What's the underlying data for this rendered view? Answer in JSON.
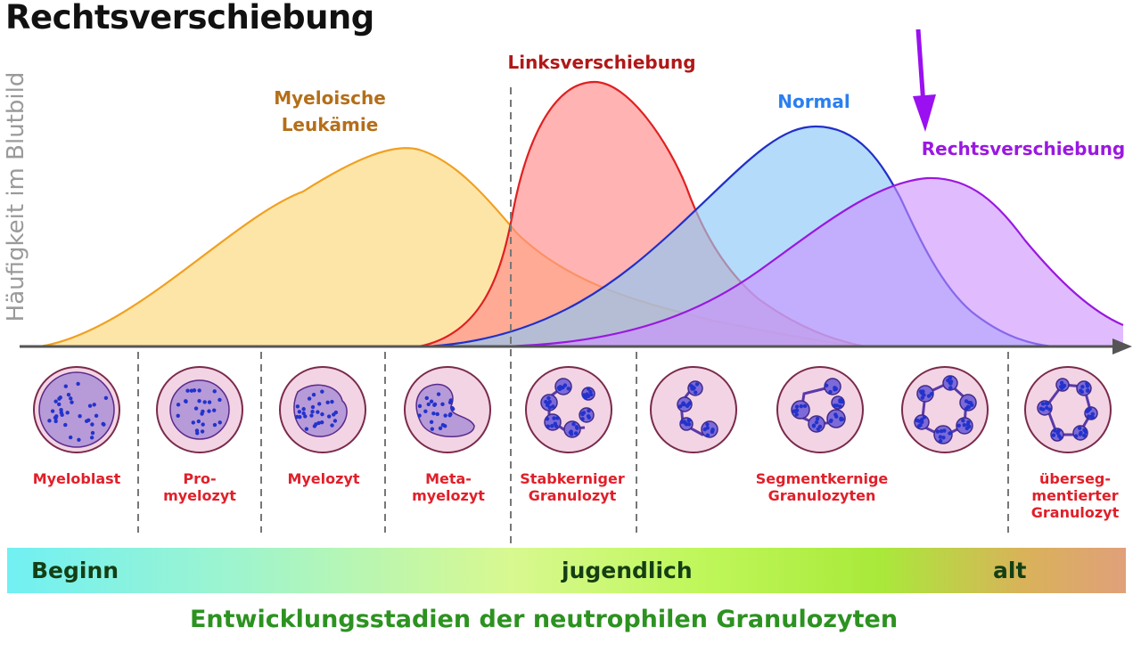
{
  "title": "Rechtsverschiebung",
  "y_axis_label": "Häufigkeit im Blutbild",
  "curves": [
    {
      "id": "leukaemie",
      "label_lines": [
        "Myeloische",
        "Leukämie"
      ],
      "color": "#b46e1a",
      "stroke": "#f0a020",
      "fill": "#fcd77a"
    },
    {
      "id": "links",
      "label_lines": [
        "Linksverschiebung"
      ],
      "color": "#b01818",
      "stroke": "#e02020",
      "fill": "#ff8a8a"
    },
    {
      "id": "normal",
      "label_lines": [
        "Normal"
      ],
      "color": "#2a7ff0",
      "stroke": "#2030c8",
      "fill": "#8ec8f8"
    },
    {
      "id": "rechts",
      "label_lines": [
        "Rechtsverschiebung"
      ],
      "color": "#9a18e0",
      "stroke": "#9a18e0",
      "fill": "#cc90ff"
    }
  ],
  "arrow": {
    "color": "#9a10f0",
    "points_to": "Rechtsverschiebung"
  },
  "stages": [
    {
      "label_lines": [
        "Myeloblast"
      ],
      "cell": "myeloblast"
    },
    {
      "label_lines": [
        "Pro-",
        "myelozyt"
      ],
      "cell": "promyelozyt"
    },
    {
      "label_lines": [
        "Myelozyt"
      ],
      "cell": "myelozyt"
    },
    {
      "label_lines": [
        "Meta-",
        "myelozyt"
      ],
      "cell": "metamyelozyt"
    },
    {
      "label_lines": [
        "Stabkerniger",
        "Granulozyt"
      ],
      "cell": "stab"
    },
    {
      "label_lines": [
        "Segmentkernige",
        "Granulozyten"
      ],
      "cell": "segment"
    },
    {
      "label_lines": [
        "übersegmentierter",
        "Granulozyt"
      ],
      "label_display_lines": [
        "überseg-",
        "mentierter",
        "Granulozyt"
      ],
      "cell": "hyperseg"
    }
  ],
  "age_bar": {
    "labels": [
      "Beginn",
      "jugendlich",
      "alt"
    ]
  },
  "footer": "Entwicklungsstadien der neutrophilen Granulozyten"
}
